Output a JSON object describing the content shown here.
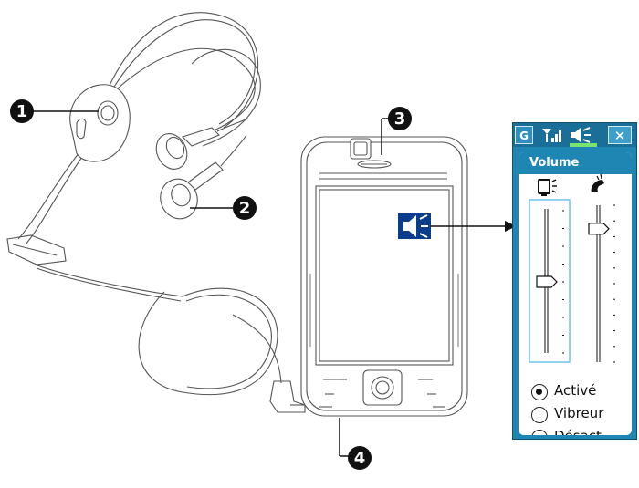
{
  "callouts": [
    "1",
    "2",
    "3",
    "4"
  ],
  "volume_popup": {
    "title": "Volume",
    "close_glyph": "✕",
    "g_label": "G",
    "sliders": [
      {
        "name": "system",
        "level": 0.5
      },
      {
        "name": "ringer",
        "level": 0.85
      }
    ],
    "radios": [
      {
        "label": "Activé",
        "selected": true
      },
      {
        "label": "Vibreur",
        "selected": false
      },
      {
        "label": "Désact.",
        "selected": false
      }
    ]
  },
  "colors": {
    "popup_blue": "#1f86b4",
    "screen_icon_bg": "#0b3d8c",
    "accent_green": "#7be36f",
    "line": "#555555"
  },
  "icons": [
    "speaker-icon",
    "signal-icon",
    "phone-handset-icon",
    "device-speaker-icon",
    "close-icon"
  ]
}
